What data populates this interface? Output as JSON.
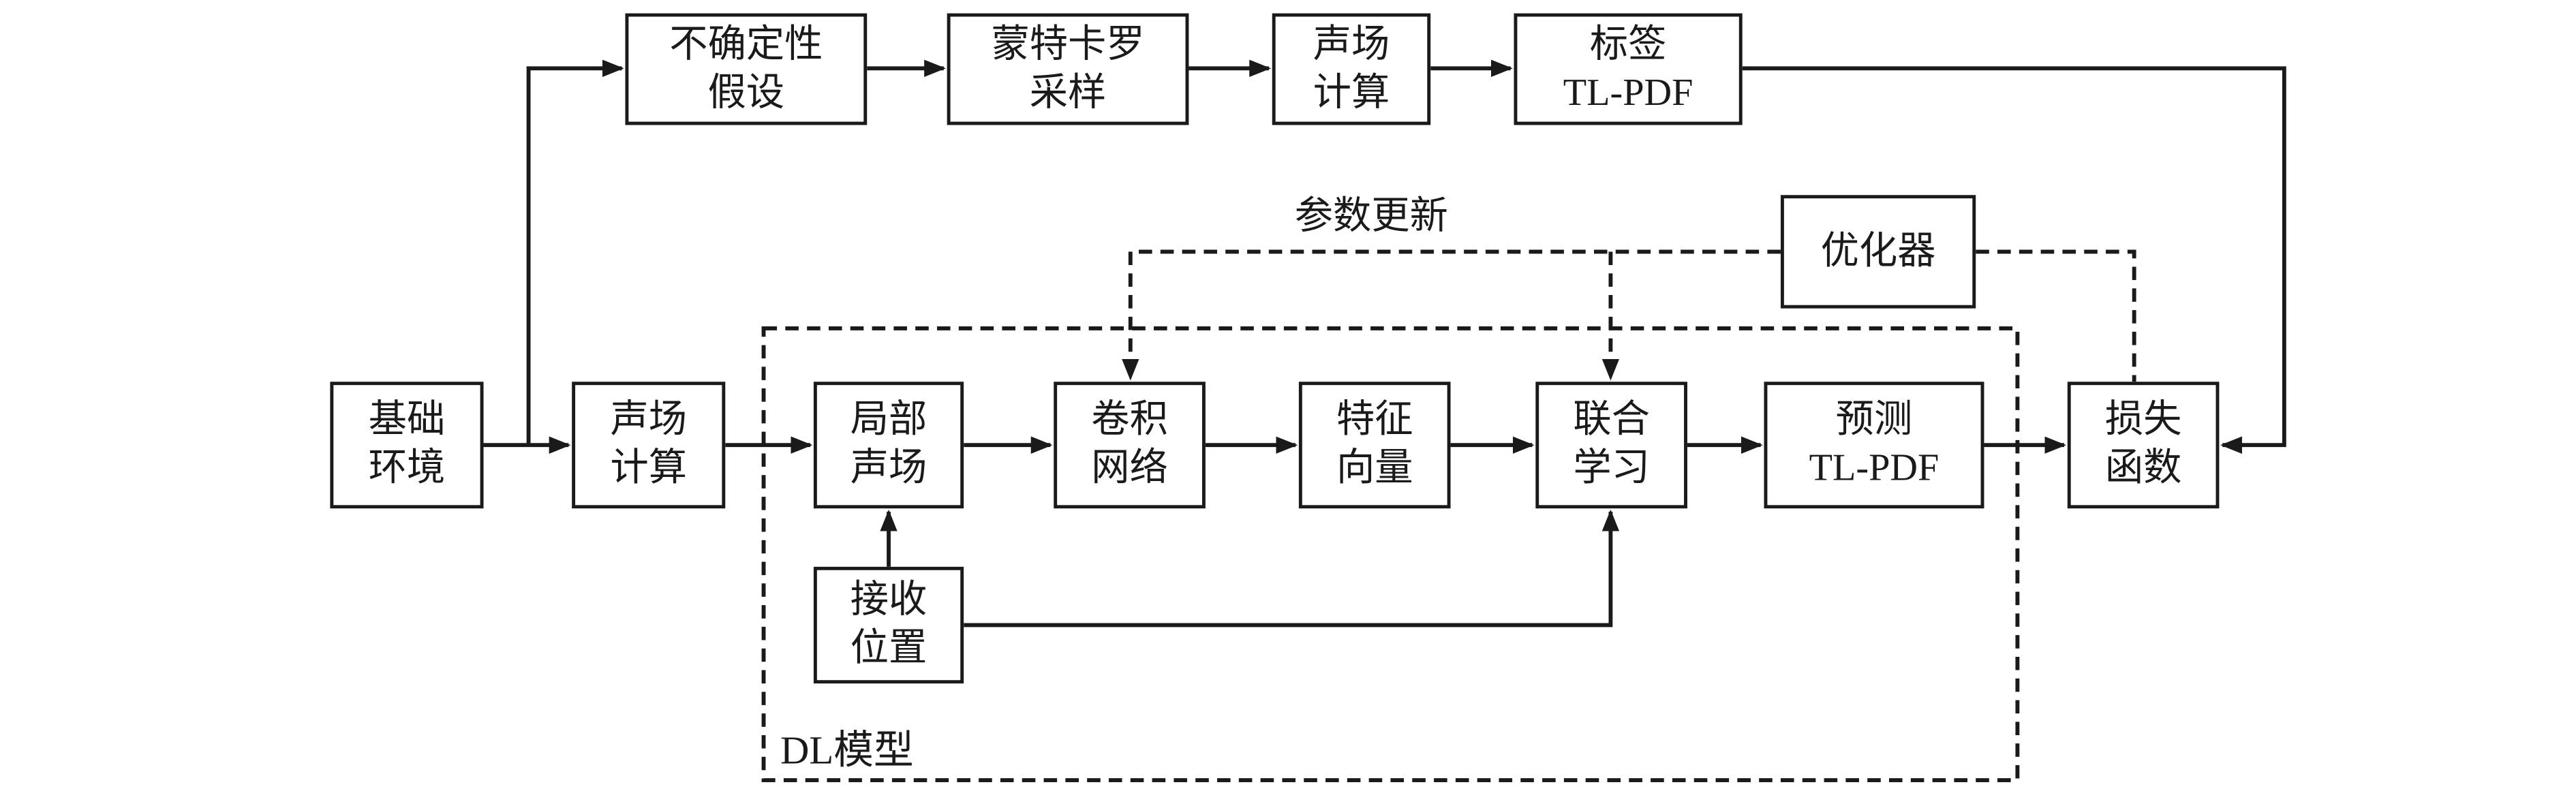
{
  "diagram": {
    "kind": "flowchart",
    "language": "zh-CN"
  },
  "nodes": {
    "uncertainty": {
      "label": "不确定性\n假设"
    },
    "monte_carlo": {
      "label": "蒙特卡罗\n采样"
    },
    "sound_field_calc_top": {
      "label": "声场\n计算"
    },
    "label_tl_pdf": {
      "label": "标签\nTL-PDF"
    },
    "optimizer": {
      "label": "优化器"
    },
    "base_environment": {
      "label": "基础\n环境"
    },
    "sound_field_calc": {
      "label": "声场\n计算"
    },
    "local_sound_field": {
      "label": "局部\n声场"
    },
    "conv_network": {
      "label": "卷积\n网络"
    },
    "feature_vector": {
      "label": "特征\n向量"
    },
    "joint_learning": {
      "label": "联合\n学习"
    },
    "predicted_tl_pdf": {
      "label": "预测\nTL-PDF"
    },
    "loss_function": {
      "label": "损失\n函数"
    },
    "receiver_position": {
      "label": "接收\n位置"
    }
  },
  "annotations": {
    "param_update": "参数更新",
    "dl_model": "DL模型"
  },
  "colors": {
    "background": "#ffffff",
    "line": "#1a1a1a",
    "box_border": "#1a1a1a",
    "text": "#1a1a1a"
  }
}
